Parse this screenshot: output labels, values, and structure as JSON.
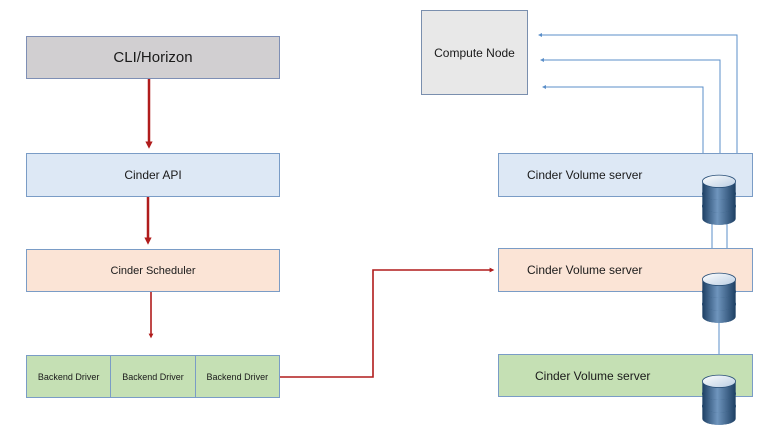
{
  "nodes": {
    "cli": "CLI/Horizon",
    "api": "Cinder API",
    "scheduler": "Cinder Scheduler",
    "compute": "Compute Node",
    "volume_server_1": "Cinder Volume server",
    "volume_server_2": "Cinder Volume server",
    "volume_server_3": "Cinder Volume server"
  },
  "drivers": [
    "Backend Driver",
    "Backend Driver",
    "Backend Driver"
  ],
  "colors": {
    "red_arrow": "#b01c1c",
    "blue_line": "#5b8fc9",
    "cli_fill": "#d1cfd1",
    "api_fill": "#dde8f5",
    "scheduler_fill": "#fbe4d6",
    "driver_fill": "#c5e0b4",
    "compute_fill": "#e8e8e8"
  },
  "icons": {
    "storage": "database-icon"
  }
}
